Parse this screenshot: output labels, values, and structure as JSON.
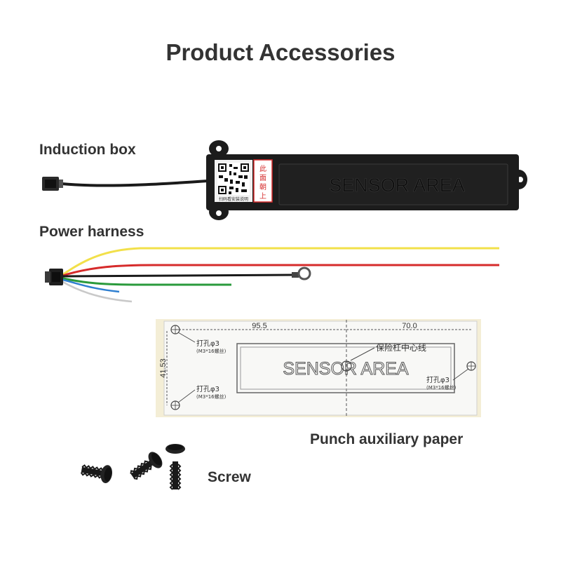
{
  "title": "Product Accessories",
  "labels": {
    "induction_box": "Induction box",
    "power_harness": "Power harness",
    "punch_paper": "Punch auxiliary paper",
    "screw": "Screw"
  },
  "induction_box": {
    "sensor_text": "SENSOR AREA",
    "sticker_lines": [
      "此",
      "面",
      "朝",
      "上"
    ],
    "qr_caption": "扫码看安装说明"
  },
  "punch_paper": {
    "sensor_text": "SENSOR AREA",
    "dim_left": "95.5",
    "dim_right": "70.0",
    "dim_height": "41.53",
    "hole_label": "打孔φ3",
    "hole_spec": "(M3*16螺丝)",
    "center_line": "保险杠中心线"
  },
  "colors": {
    "wire_yellow": "#f2e04a",
    "wire_red": "#d62b2b",
    "wire_black": "#1a1a1a",
    "wire_green": "#2a9a3c",
    "wire_blue": "#2f7fd0",
    "wire_white": "#c9c9c9",
    "paper": "#f4eed6",
    "box": "#1c1c1c"
  }
}
